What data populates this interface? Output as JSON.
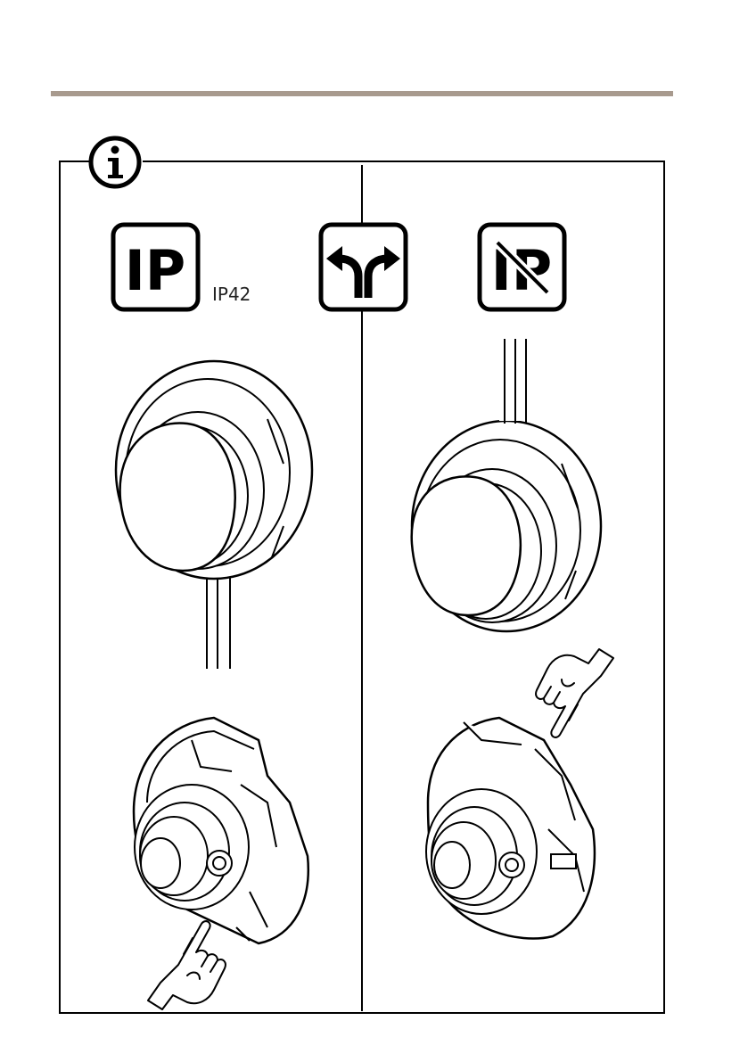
{
  "header": {
    "rule_color": "#a89a8e"
  },
  "info_panel": {
    "icon": "info-icon",
    "left": {
      "badge_icon": "ip-rated-badge",
      "badge_text": "IP",
      "rating_label": "IP42",
      "steps": [
        "dome-with-cable-below",
        "base-knockout-bottom-press"
      ]
    },
    "divider_icon": "fork-arrow-icon",
    "right": {
      "badge_icon": "not-ip-rated-badge",
      "badge_text": "IP",
      "steps": [
        "dome-with-cable-above",
        "base-knockout-top-press"
      ]
    }
  }
}
